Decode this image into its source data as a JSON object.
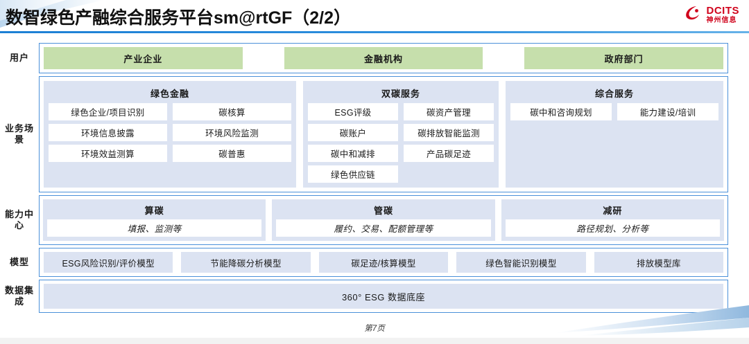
{
  "header": {
    "title": "数智绿色产融综合服务平台sm@rtGF（2/2）",
    "logo_en": "DCITS",
    "logo_cn": "神州信息"
  },
  "colors": {
    "accent_blue": "#4A90D9",
    "rule_blue": "#1C7FD4",
    "user_green": "#C6DFAC",
    "panel_blue": "#DCE3F2",
    "logo_red": "#D0021B"
  },
  "rows": [
    {
      "label": "用户"
    },
    {
      "label": "业务场景"
    },
    {
      "label": "能力中心"
    },
    {
      "label": "模型"
    },
    {
      "label": "数据集成"
    }
  ],
  "users": [
    {
      "label": "产业企业"
    },
    {
      "label": "金融机构"
    },
    {
      "label": "政府部门"
    }
  ],
  "business_groups": [
    {
      "title": "绿色金融",
      "cells": [
        "绿色企业/项目识别",
        "碳核算",
        "环境信息披露",
        "环境风险监测",
        "环境效益测算",
        "碳普惠"
      ]
    },
    {
      "title": "双碳服务",
      "cells": [
        "ESG评级",
        "碳资产管理",
        "碳账户",
        "碳排放智能监测",
        "碳中和减排",
        "产品碳足迹",
        "绿色供应链",
        ""
      ]
    },
    {
      "title": "综合服务",
      "cells": [
        "碳中和咨询规划",
        "能力建设/培训"
      ]
    }
  ],
  "capability_groups": [
    {
      "title": "算碳",
      "subtitle": "填报、监测等"
    },
    {
      "title": "管碳",
      "subtitle": "履约、交易、配额管理等"
    },
    {
      "title": "减研",
      "subtitle": "路径规划、分析等"
    }
  ],
  "models": [
    "ESG风险识别/评价模型",
    "节能降碳分析模型",
    "碳足迹/核算模型",
    "绿色智能识别模型",
    "排放模型库"
  ],
  "data_layer": {
    "label": "360° ESG 数据底座"
  },
  "footer": {
    "page": "第7页"
  }
}
